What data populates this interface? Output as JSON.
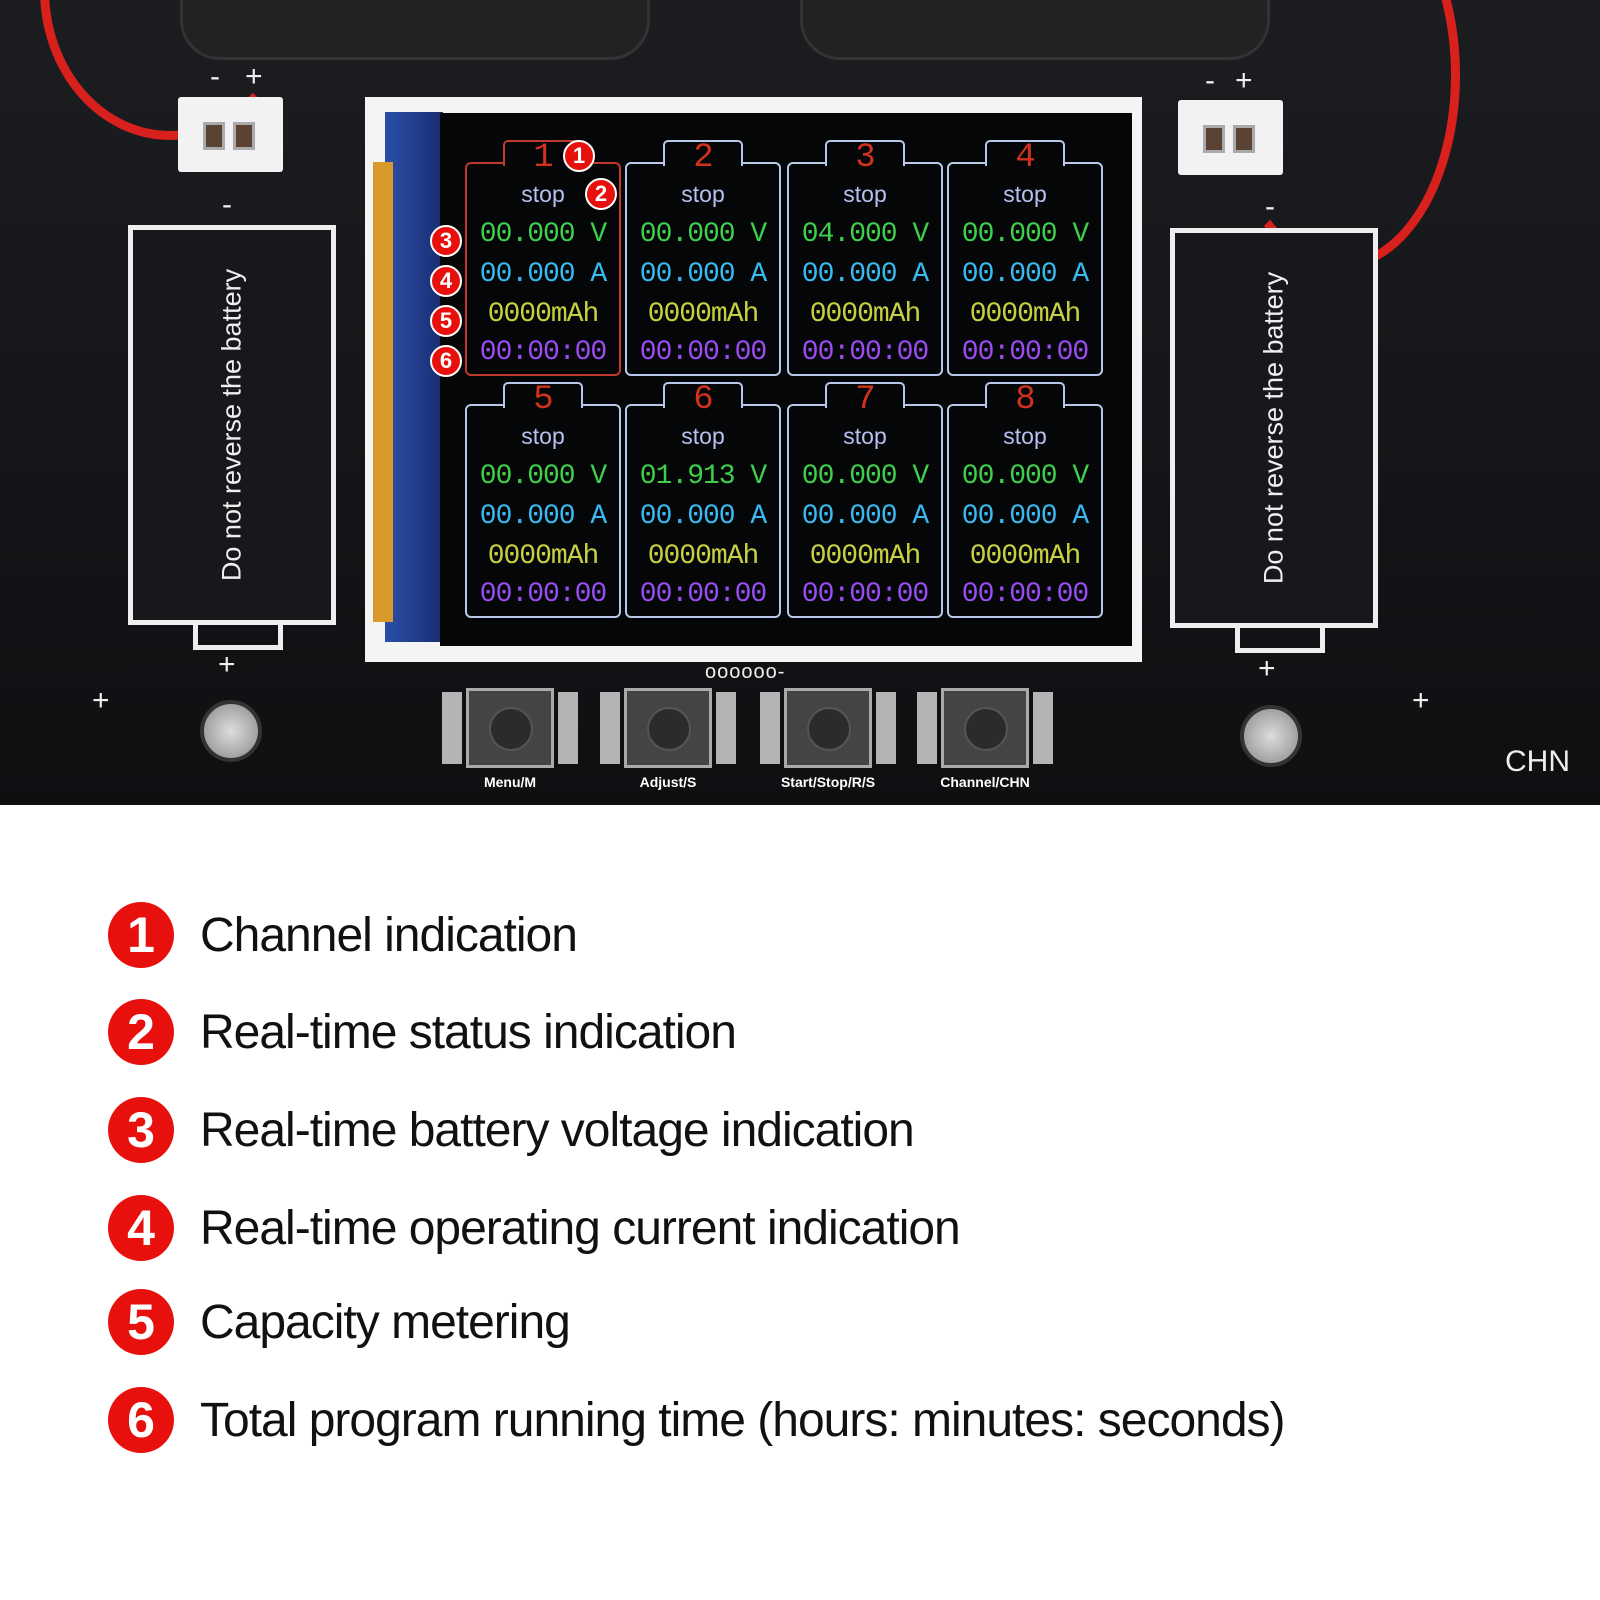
{
  "board": {
    "polarity_minus": "-",
    "polarity_plus": "+",
    "holder_text": "Do not reverse the battery",
    "pad_label": "oooooo-",
    "corner_label": "CHN"
  },
  "channels": [
    {
      "num": "1",
      "status": "stop",
      "voltage": "00.000 V",
      "current": "00.000 A",
      "capacity": "0000mAh",
      "time": "00:00:00",
      "selected": true
    },
    {
      "num": "2",
      "status": "stop",
      "voltage": "00.000 V",
      "current": "00.000 A",
      "capacity": "0000mAh",
      "time": "00:00:00"
    },
    {
      "num": "3",
      "status": "stop",
      "voltage": "04.000 V",
      "current": "00.000 A",
      "capacity": "0000mAh",
      "time": "00:00:00"
    },
    {
      "num": "4",
      "status": "stop",
      "voltage": "00.000 V",
      "current": "00.000 A",
      "capacity": "0000mAh",
      "time": "00:00:00"
    },
    {
      "num": "5",
      "status": "stop",
      "voltage": "00.000 V",
      "current": "00.000 A",
      "capacity": "0000mAh",
      "time": "00:00:00"
    },
    {
      "num": "6",
      "status": "stop",
      "voltage": "01.913 V",
      "current": "00.000 A",
      "capacity": "0000mAh",
      "time": "00:00:00"
    },
    {
      "num": "7",
      "status": "stop",
      "voltage": "00.000 V",
      "current": "00.000 A",
      "capacity": "0000mAh",
      "time": "00:00:00"
    },
    {
      "num": "8",
      "status": "stop",
      "voltage": "00.000 V",
      "current": "00.000 A",
      "capacity": "0000mAh",
      "time": "00:00:00"
    }
  ],
  "buttons": [
    "Menu/M",
    "Adjust/S",
    "Start/Stop/R/S",
    "Channel/CHN"
  ],
  "markers": [
    "1",
    "2",
    "3",
    "4",
    "5",
    "6"
  ],
  "legend": [
    {
      "num": "1",
      "text": "Channel indication"
    },
    {
      "num": "2",
      "text": "Real-time status indication"
    },
    {
      "num": "3",
      "text": "Real-time battery voltage indication"
    },
    {
      "num": "4",
      "text": "Real-time operating current indication"
    },
    {
      "num": "5",
      "text": "Capacity metering"
    },
    {
      "num": "6",
      "text": "Total program running time (hours: minutes: seconds)"
    }
  ],
  "colors": {
    "marker": "#e8100c",
    "voltage": "#3fcf4a",
    "current": "#3ab8f0",
    "capacity": "#c8d040",
    "time": "#9a4cf0",
    "channel": "#d0321e"
  }
}
